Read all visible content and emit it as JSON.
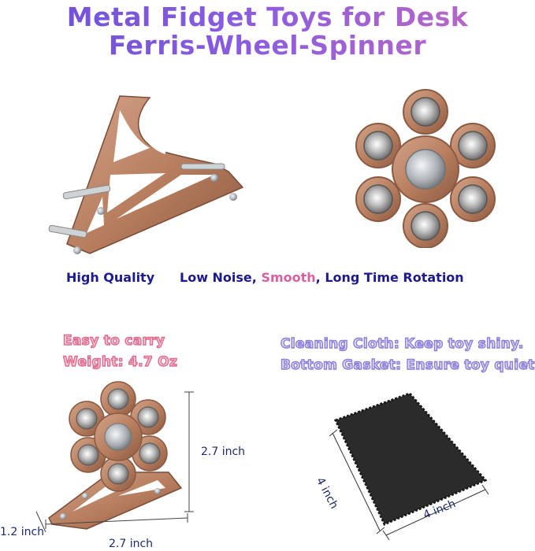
{
  "header": {
    "title_line1": "Metal Fidget Toys for Desk",
    "title_line2": "Ferris-Wheel-Spinner"
  },
  "features": {
    "quality": "High Quality",
    "part1": "Low Noise",
    "sep1": ", ",
    "part2": "Smooth",
    "sep2": ", ",
    "part3": "Long Time Rotation"
  },
  "carry": {
    "line1": "Easy to carry",
    "line2": "Weight:  4.7 Oz"
  },
  "accessories": {
    "line1": "Cleaning Cloth:  Keep toy shiny.",
    "line2": "Bottom Gasket:  Ensure toy quiet."
  },
  "dimensions": {
    "height": "2.7 inch",
    "width": "2.7 inch",
    "depth": "1.2 inch",
    "cloth_side_a": "4 inch",
    "cloth_side_b": "4 inch"
  },
  "colors": {
    "bronze": "#b97f60",
    "bronze_dark": "#8b5a42",
    "title_start": "#6a4fd8",
    "title_end": "#c36ac0",
    "feature_text": "#1c1a8c",
    "cloth": "#2b2b2b"
  }
}
